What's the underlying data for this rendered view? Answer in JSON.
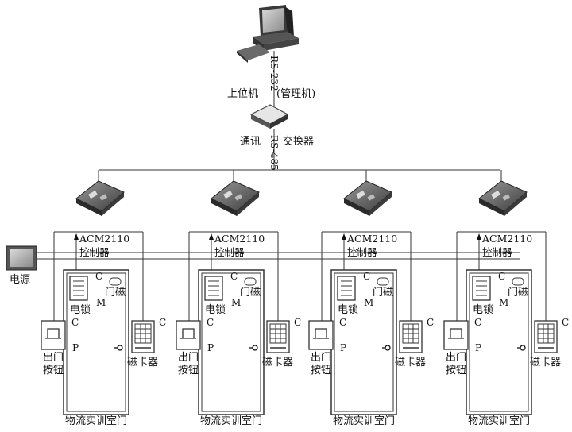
{
  "top": {
    "host_label": "上位机",
    "host_sub": "(管理机)",
    "rs232": "RS-232",
    "rs485": "RS-485",
    "switch_label": "通讯",
    "switch_label2": "交换器"
  },
  "power": {
    "label": "电源"
  },
  "units": [
    {
      "controller_model": "ACM2110",
      "controller_label": "控制器",
      "lock_label": "电锁",
      "magnet_label": "门磁",
      "reader_label": "磁卡器",
      "exit_label_1": "出门",
      "exit_label_2": "按钮",
      "door_label": "物流实训室门",
      "c_mark": "C",
      "m_mark": "M",
      "p_mark": "P"
    },
    {
      "controller_model": "ACM2110",
      "controller_label": "控制器",
      "lock_label": "电锁",
      "magnet_label": "门磁",
      "reader_label": "磁卡器",
      "exit_label_1": "出门",
      "exit_label_2": "按钮",
      "door_label": "物流实训室门",
      "c_mark": "C",
      "m_mark": "M",
      "p_mark": "P"
    },
    {
      "controller_model": "ACM2110",
      "controller_label": "控制器",
      "lock_label": "电锁",
      "magnet_label": "门磁",
      "reader_label": "磁卡器",
      "exit_label_1": "出门",
      "exit_label_2": "按钮",
      "door_label": "物流实训室门",
      "c_mark": "C",
      "m_mark": "M",
      "p_mark": "P"
    },
    {
      "controller_model": "ACM2110",
      "controller_label": "控制器",
      "lock_label": "电锁",
      "magnet_label": "门磁",
      "reader_label": "磁卡器",
      "exit_label_1": "出门",
      "exit_label_2": "按钮",
      "door_label": "物流实训室门",
      "c_mark": "C",
      "m_mark": "M",
      "p_mark": "P"
    }
  ],
  "colors": {
    "line": "#333333",
    "device_dark": "#555555",
    "board_green": "#6f7a6a"
  }
}
